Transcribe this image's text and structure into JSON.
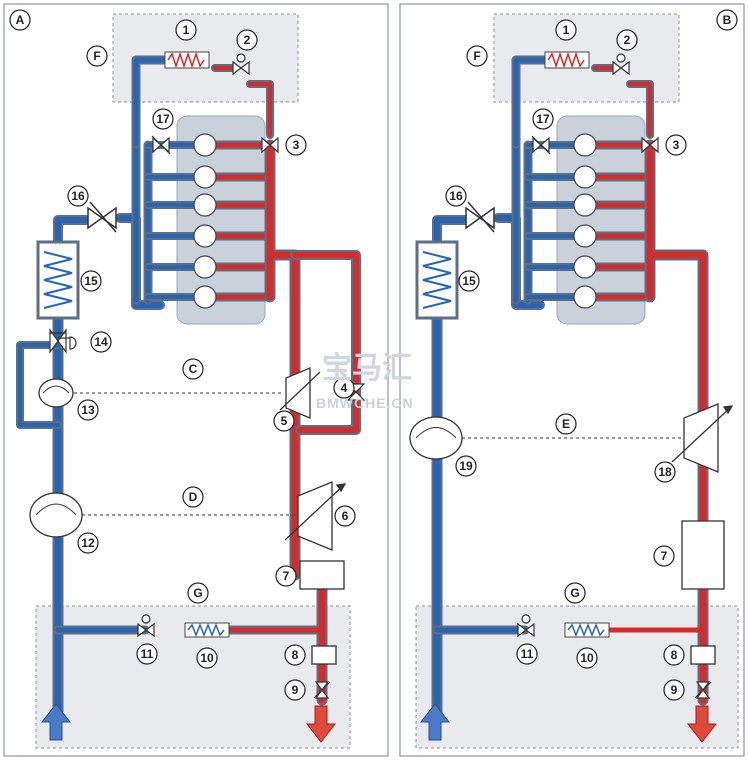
{
  "panels": [
    {
      "letter": "A",
      "zone_top": "F",
      "zone_bottom": "G",
      "callouts": [
        "1",
        "2",
        "3",
        "4",
        "5",
        "6",
        "7",
        "8",
        "9",
        "10",
        "11",
        "12",
        "13",
        "14",
        "15",
        "16",
        "17"
      ],
      "links": [
        "C",
        "D"
      ]
    },
    {
      "letter": "B",
      "zone_top": "F",
      "zone_bottom": "G",
      "callouts": [
        "1",
        "2",
        "3",
        "7",
        "8",
        "9",
        "10",
        "11",
        "15",
        "16",
        "17",
        "18",
        "19"
      ],
      "links": [
        "E"
      ]
    }
  ],
  "watermark": {
    "title": "宝马汇",
    "site": "BMWCHE.CN"
  },
  "colors": {
    "cold": "#2a64b0",
    "hot": "#d42b2b",
    "outline": "#5b6f86",
    "block": "#c7cfd8",
    "zone": "#e6e8ec"
  }
}
